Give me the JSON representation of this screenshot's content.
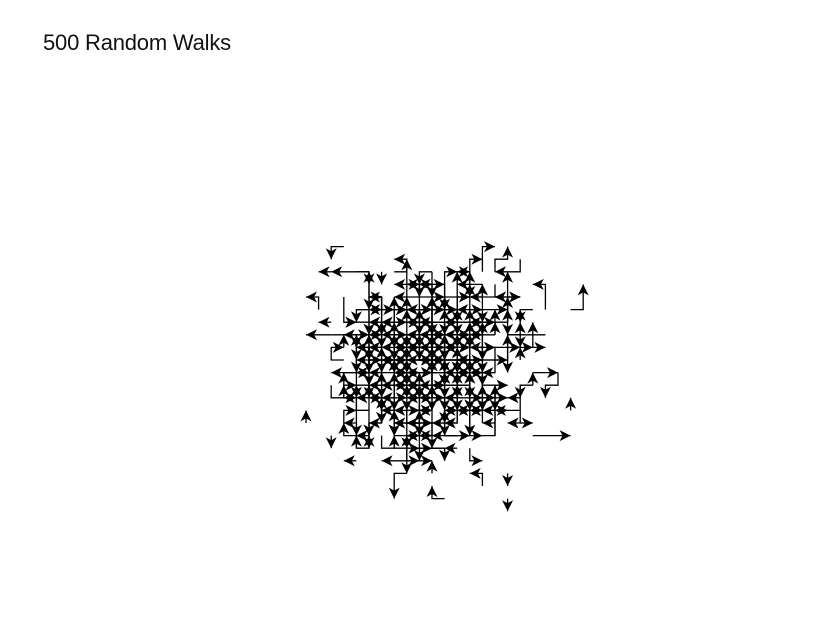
{
  "title": "500 Random Walks",
  "walks": {
    "count": 500,
    "grid_step": 12.6,
    "colors": {
      "stroke": "#000000",
      "background": "#ffffff"
    },
    "arrowhead": "triangle"
  }
}
